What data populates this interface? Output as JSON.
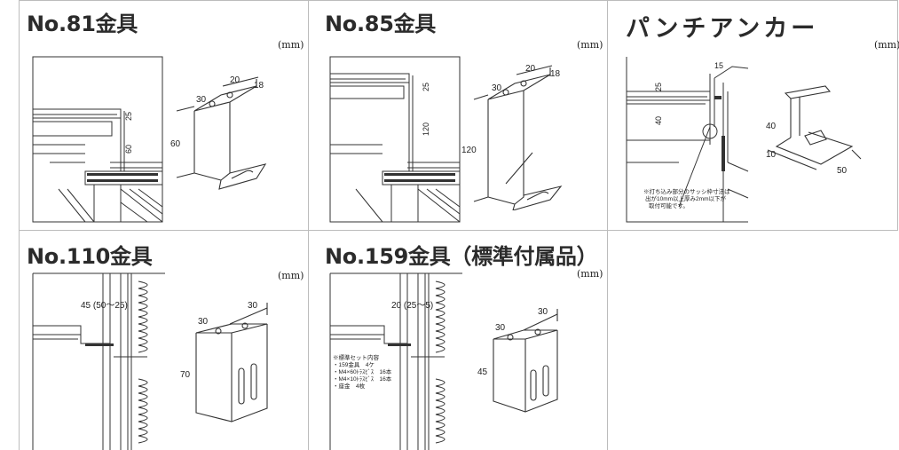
{
  "cells": [
    {
      "title": "No.81金具",
      "unit": "(mm)",
      "dims": {
        "a": "30",
        "b": "20",
        "c": "18",
        "h": "60",
        "d1": "25",
        "d2": "60"
      }
    },
    {
      "title": "No.85金具",
      "unit": "(mm)",
      "dims": {
        "a": "30",
        "b": "20",
        "c": "18",
        "h": "120",
        "d1": "25",
        "d2": "120"
      }
    },
    {
      "title": "パンチアンカー",
      "unit": "(mm)",
      "dims": {
        "top": "15",
        "d1": "25",
        "d2": "40",
        "h": "40",
        "w": "10",
        "l": "50"
      },
      "note": [
        "※打ち込み部分のサッシ枠寸法は",
        "出が10mm以上厚み2mm以下が",
        "取付可能です。"
      ]
    },
    {
      "title": "No.110金具",
      "unit": "(mm)",
      "dims": {
        "range": "45 (50～25)",
        "a": "30",
        "b": "30",
        "h": "70"
      }
    },
    {
      "title": "No.159金具（標準付属品）",
      "unit": "(mm)",
      "dims": {
        "range": "20 (25～5)",
        "a": "30",
        "b": "30",
        "h": "45"
      },
      "note": [
        "※標準セット内容",
        "・159金具　4ケ",
        "・M4×60ﾄﾗｽﾋﾞｽ　16本",
        "・M4×10ﾄﾗｽﾋﾞｽ　16本",
        "・座金　4枚"
      ]
    }
  ]
}
